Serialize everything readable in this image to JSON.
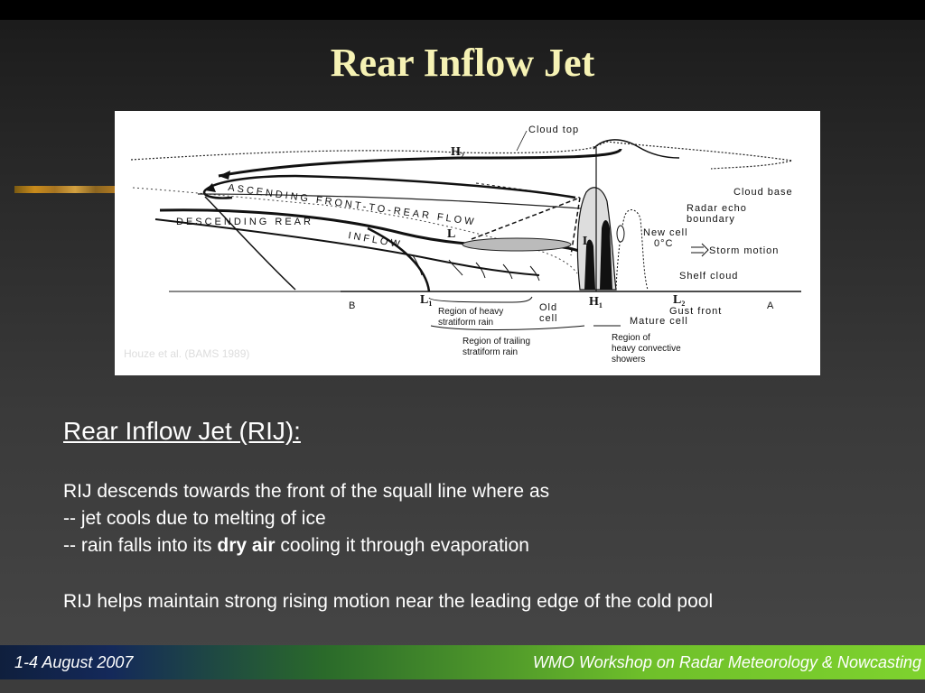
{
  "slide": {
    "title": "Rear Inflow Jet",
    "heading": "Rear Inflow Jet (RIJ):",
    "line1": "RIJ descends towards the front of the squall line where as",
    "line2": "-- jet cools due to melting of ice",
    "line3_pre": "-- rain falls into its ",
    "line3_bold": "dry air",
    "line3_post": " cooling it through evaporation",
    "line4": "RIJ helps maintain strong rising motion near the leading edge of the cold pool"
  },
  "figure": {
    "credit": "Houze et al. (BAMS 1989)",
    "labels": {
      "cloud_top": "Cloud top",
      "cloud_base": "Cloud base",
      "radar_echo_1": "Radar echo",
      "radar_echo_2": "boundary",
      "new_cell": "New cell",
      "zero_c": "0°C",
      "storm_motion": "Storm motion",
      "shelf_cloud": "Shelf cloud",
      "ascending": "ASCENDING  FRONT-TO-REAR  FLOW",
      "descending": "DESCENDING  REAR",
      "inflow": "INFLOW",
      "b": "B",
      "a": "A",
      "heavy_strat_1": "Region of heavy",
      "heavy_strat_2": "stratiform rain",
      "old_cell_1": "Old",
      "old_cell_2": "cell",
      "gust_front": "Gust front",
      "mature_cell": "Mature cell",
      "trailing_1": "Region of trailing",
      "trailing_2": "stratiform rain",
      "convective_1": "Region of",
      "convective_2": "heavy convective",
      "convective_3": "showers",
      "h2": "H",
      "h2_sub": "2",
      "h1": "H",
      "h1_sub": "1",
      "l1": "L",
      "l1_sub": "1",
      "l2": "L",
      "l2_sub": "2",
      "l_upper": "L",
      "l3": "L"
    }
  },
  "footer": {
    "left": "1-4 August 2007",
    "right": "WMO Workshop on Radar Meteorology & Nowcasting"
  },
  "colors": {
    "title": "#f6f2b4",
    "text": "#ffffff",
    "figure_bg": "#ffffff"
  }
}
